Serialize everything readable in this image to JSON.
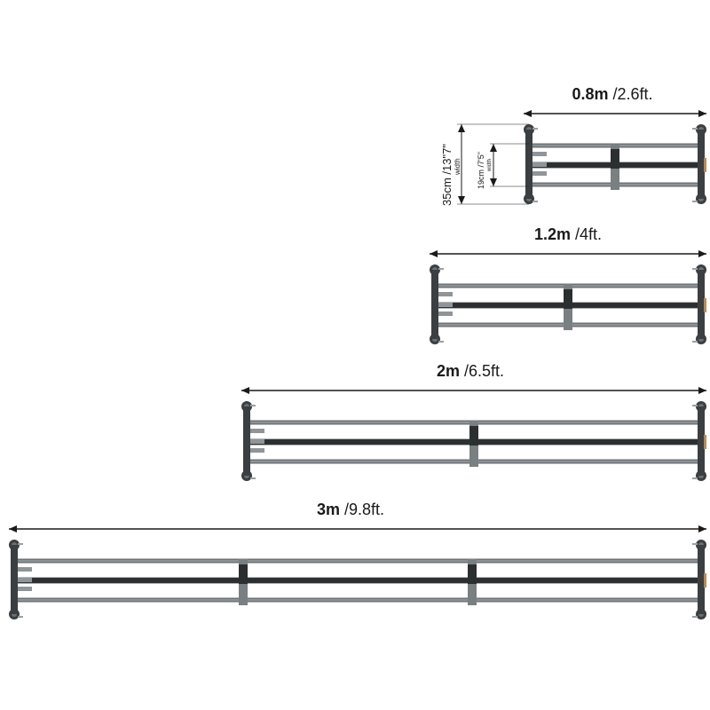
{
  "colors": {
    "rail": "#8c9396",
    "rail_dark": "#3b3f41",
    "bar": "#2b2f30",
    "clip": "#7a7f82",
    "text": "#1a1a1a",
    "bronze": "#b58a5a"
  },
  "racks": [
    {
      "id": "rack-08",
      "size_label": "0.8m",
      "alt_label": "/2.6ft.",
      "connectors": 1
    },
    {
      "id": "rack-12",
      "size_label": "1.2m",
      "alt_label": "/4ft.",
      "connectors": 1
    },
    {
      "id": "rack-2",
      "size_label": "2m",
      "alt_label": "/6.5ft.",
      "connectors": 1
    },
    {
      "id": "rack-3",
      "size_label": "3m",
      "alt_label": "/9.8ft.",
      "connectors": 2
    }
  ],
  "width_dims": {
    "outer": {
      "value": "35cm /13\"7\"",
      "caption": "width"
    },
    "inner": {
      "value": "19cm /7'5\"",
      "caption": "width"
    }
  }
}
